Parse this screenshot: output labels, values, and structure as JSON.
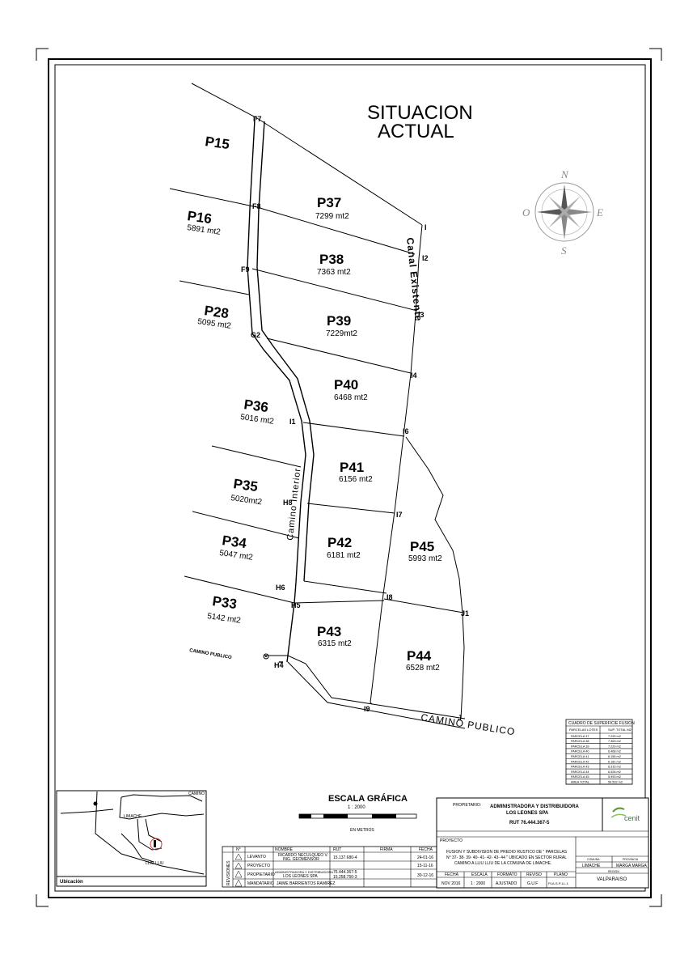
{
  "title": {
    "line1": "SITUACION",
    "line2": "ACTUAL"
  },
  "parcels": [
    {
      "id": "p15",
      "name": "P15",
      "area": ""
    },
    {
      "id": "p16",
      "name": "P16",
      "area": "5891 mt2"
    },
    {
      "id": "p28",
      "name": "P28",
      "area": "5095 mt2"
    },
    {
      "id": "p36",
      "name": "P36",
      "area": "5016 mt2"
    },
    {
      "id": "p35",
      "name": "P35",
      "area": "5020mt2"
    },
    {
      "id": "p34",
      "name": "P34",
      "area": "5047 mt2"
    },
    {
      "id": "p33",
      "name": "P33",
      "area": "5142 mt2"
    },
    {
      "id": "p37",
      "name": "P37",
      "area": "7299 mt2"
    },
    {
      "id": "p38",
      "name": "P38",
      "area": "7363 mt2"
    },
    {
      "id": "p39",
      "name": "P39",
      "area": "7229mt2"
    },
    {
      "id": "p40",
      "name": "P40",
      "area": "6468 mt2"
    },
    {
      "id": "p41",
      "name": "P41",
      "area": "6156 mt2"
    },
    {
      "id": "p42",
      "name": "P42",
      "area": "6181 mt2"
    },
    {
      "id": "p45",
      "name": "P45",
      "area": "5993 mt2"
    },
    {
      "id": "p43",
      "name": "P43",
      "area": "6315 mt2"
    },
    {
      "id": "p44",
      "name": "P44",
      "area": "6528 mt2"
    }
  ],
  "points": [
    "F7",
    "F8",
    "F9",
    "G2",
    "I1",
    "H8",
    "H6",
    "H5",
    "H4",
    "I",
    "I2",
    "I3",
    "I4",
    "I6",
    "I7",
    "I8",
    "J1",
    "I9",
    "J"
  ],
  "labels": {
    "canal": "Canal Existente",
    "camino_interior": "Camino Interior",
    "camino_publico_small": "CAMINO PUBLICO",
    "camino_publico": "CAMINO PUBLICO"
  },
  "compass": {
    "n": "N",
    "s": "S",
    "e": "E",
    "o": "O"
  },
  "scale": {
    "title": "ESCALA GRÁFICA",
    "ratio": "1 : 2000",
    "unit": "EN METROS"
  },
  "surface_table": {
    "title": "CUADRO DE SUPERFICIE FUSION",
    "header": [
      "PARCELAS LOTES",
      "SUP. TOTAL M2"
    ],
    "rows": [
      [
        "PARCELA 37",
        "7.299 m2"
      ],
      [
        "PARCELA 38",
        "7.363 m2"
      ],
      [
        "PARCELA 39",
        "7.229 m2"
      ],
      [
        "PARCELA 40",
        "6.468 m2"
      ],
      [
        "PARCELA 41",
        "6.156 m2"
      ],
      [
        "PARCELA 42",
        "6.181 m2"
      ],
      [
        "PARCELA 43",
        "6.315 m2"
      ],
      [
        "PARCELA 44",
        "6.528 m2"
      ],
      [
        "PARCELA 45",
        "5.993 m2"
      ],
      [
        "AREA TOTAL",
        "59.532 m2"
      ]
    ]
  },
  "location_map": {
    "label": "Ubicación",
    "places": [
      "LIMACHE",
      "LLIU LLIU",
      "CAMINO"
    ]
  },
  "title_block": {
    "owner_label": "PROPIETARIO:",
    "owner_name": "ADMINISTRADORA Y DISTRIBUIDORA",
    "owner_name2": "LOS LEONES SPA",
    "rut": "RUT 76.444.367-5",
    "logo": "cenit",
    "project_label": "PROYECTO",
    "project_text1": "FUSION Y SUBDIVISION DE PREDIO RUSTICO DE \" PARCELAS",
    "project_text2": "N° 37- 38- 39- 40- 41- 42- 43- 44 \" UBICADO EN SECTOR RURAL",
    "project_text3": "CAMINO A LLIU LLIU DE LA COMUNA DE LIMACHE.",
    "commune_label": "COMUNA",
    "commune": "LIMACHE",
    "province_label": "PROVINCIA",
    "province": "MARGA MARGA",
    "region_label": "REGION",
    "region": "VALPARAISO",
    "fecha_label": "FECHA",
    "fecha": "NOV 2016",
    "escala_label": "ESCALA",
    "escala": "1 : 2000",
    "formato_label": "FORMATO",
    "formato": "AJUSTADO",
    "reviso_label": "REVISO",
    "reviso": "G.U.F",
    "plano_label": "PLANO",
    "plano": "PLA-S-P-LL-1"
  },
  "revisions": {
    "side_label": "REVISIONES",
    "headers": [
      "N°",
      "",
      "NOMBRE",
      "RUT",
      "FIRMA",
      "FECHA"
    ],
    "rows": [
      {
        "role": "LEVANTO",
        "name": "RICARDO NECULQUEO V.",
        "name2": "ING. GEOMENSOR",
        "rut": "15.137.680-4",
        "fecha": "24-01-16"
      },
      {
        "role": "PROYECTO",
        "name": "",
        "name2": "",
        "rut": "",
        "fecha": "15-11-16"
      },
      {
        "role": "PROPIETARIO",
        "name": "ADMINISTRADORA Y DISTRIBUIDORA",
        "name2": "LOS LEONES SPA",
        "rut": "76.444.367-5",
        "fecha": "30-12-16"
      },
      {
        "role": "MANDATARIO",
        "name": "JAIME BARRIENTOS RAMIREZ",
        "name2": "",
        "rut": "15.258.750-3",
        "fecha": ""
      }
    ]
  }
}
